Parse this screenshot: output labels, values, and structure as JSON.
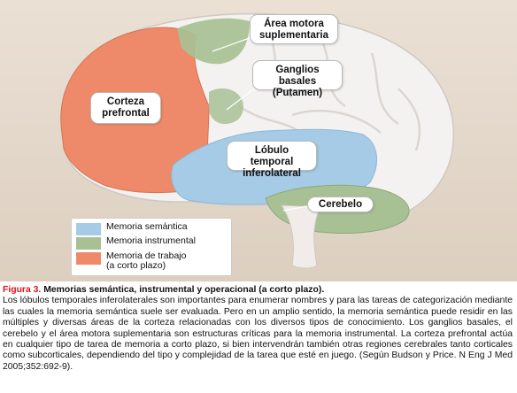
{
  "figure": {
    "labels": {
      "sma": "Área motora\nsuplementaria",
      "ganglia": "Ganglios basales\n(Putamen)",
      "prefrontal": "Corteza\nprefrontal",
      "temporal": "Lóbulo temporal\ninferolateral",
      "cerebellum": "Cerebelo"
    },
    "legend": [
      {
        "label": "Memoria semántica",
        "color": "#a6cbe6"
      },
      {
        "label": "Memoria instrumental",
        "color": "#a7c195"
      },
      {
        "label": "Memoria de trabajo\n(a corto plazo)",
        "color": "#ee8a6a"
      }
    ]
  },
  "caption": {
    "figure_label": "Figura 3.",
    "title": " Memorias semántica, instrumental y operacional (a corto plazo).",
    "body": "Los lóbulos temporales inferolaterales son importantes para enumerar nombres y para las tareas de categorización mediante las cuales la memoria semántica suele ser evaluada. Pero en un amplio sentido, la memoria semántica puede residir en las múltiples y diversas áreas de la corteza relacionadas con los diversos tipos de conocimiento. Los ganglios basales, el cerebelo y el área motora suplementaria son estructuras críticas para la memoria instrumental. La corteza prefrontal actúa en cualquier tipo de tarea de memoria a corto plazo, si bien intervendrán también otras regiones cerebrales tanto corticales como subcorticales, dependiendo del tipo y complejidad de la tarea que esté en juego. (Según Budson y Price. N Eng J Med 2005;352:692-9)."
  }
}
